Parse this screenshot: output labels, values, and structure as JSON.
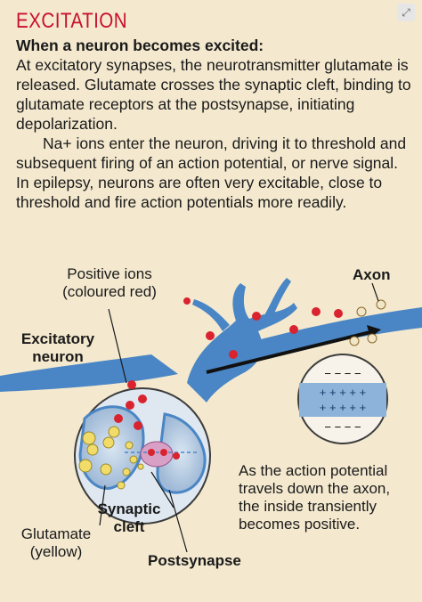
{
  "header": {
    "title": "EXCITATION",
    "subtitle": "When a neuron becomes excited:",
    "paragraph1": "At excitatory synapses, the neurotransmitter glutamate is released. Glutamate crosses the synaptic cleft, binding to glutamate receptors at the postsynapse, initiating depolarization.",
    "paragraph2": "Na+ ions enter the neuron, driving it to threshold and subsequent firing of an action potential, or nerve signal. In epilepsy, neurons are often very excitable, close to threshold and fire action potentials more readily."
  },
  "labels": {
    "positive_ions": [
      "Positive ions",
      "(coloured red)"
    ],
    "axon": "Axon",
    "excitatory_neuron": [
      "Excitatory",
      "neuron"
    ],
    "synaptic_cleft": [
      "Synaptic",
      "cleft"
    ],
    "glutamate": [
      "Glutamate",
      "(yellow)"
    ],
    "postsynapse": "Postsynapse",
    "action_potential_note": [
      "As the action potential",
      "travels down the axon,",
      "the inside transiently",
      "becomes positive."
    ]
  },
  "axon_inset": {
    "top_charges": "− − − −",
    "row1": "+ + + + +",
    "row2": "+ + + + +",
    "bottom_charges": "− − − −"
  },
  "colors": {
    "title_red": "#c8102e",
    "background": "#f4e9cf",
    "neuron_blue": "#4a86c5",
    "ion_red": "#d9232e",
    "glutamate_yellow": "#f1dc6a"
  }
}
